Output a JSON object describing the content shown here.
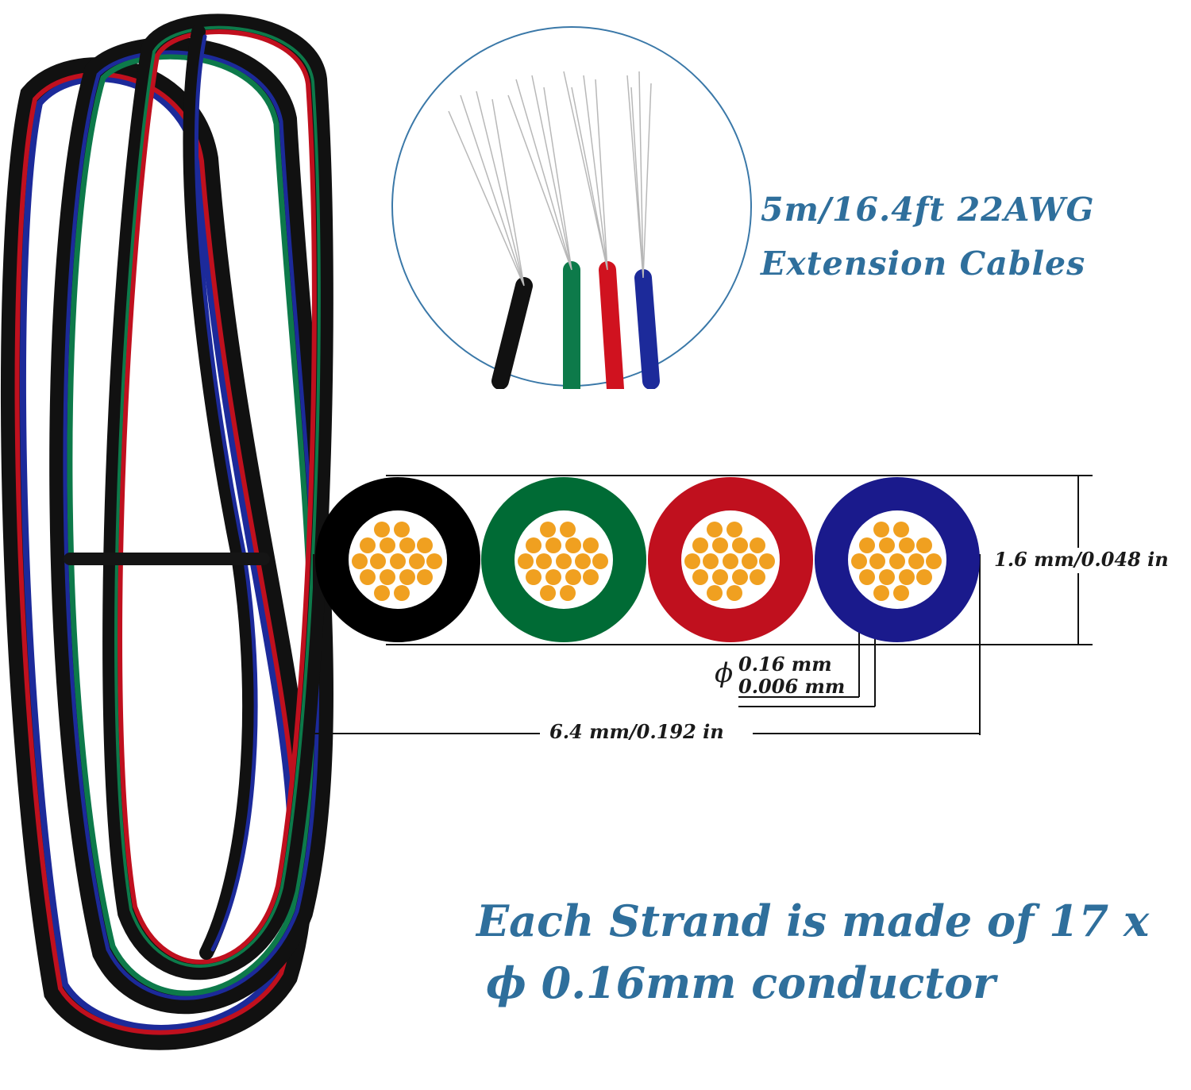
{
  "headline": {
    "line1": "5m/16.4ft 22AWG",
    "line2": "Extension Cables"
  },
  "diagram": {
    "height_label": "1.6 mm/0.048 in",
    "width_label": "6.4 mm/0.192 in",
    "conductor_label_1": "0.16 mm",
    "conductor_label_2": "0.006 mm",
    "phi_symbol": "ϕ",
    "wire_colors": [
      "#000000",
      "#006b35",
      "#c0101e",
      "#1a1a8c"
    ],
    "conductor_color": "#f0a020"
  },
  "strand_text": {
    "line1": "Each Strand is made of 17 x",
    "line2": "ϕ 0.16mm conductor"
  },
  "colors": {
    "accent": "#2f6f9c"
  }
}
